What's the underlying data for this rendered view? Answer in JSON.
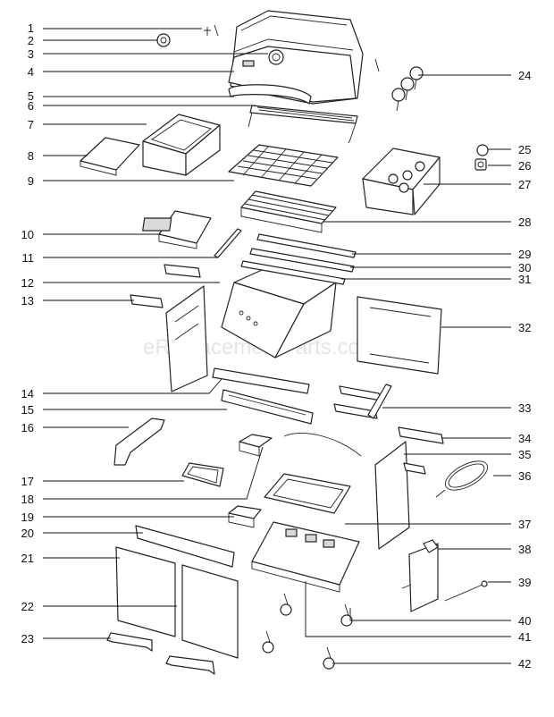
{
  "watermark": "eReplacementParts.com",
  "callouts_left": [
    {
      "label": "1"
    },
    {
      "label": "2"
    },
    {
      "label": "3"
    },
    {
      "label": "4"
    },
    {
      "label": "5"
    },
    {
      "label": "6"
    },
    {
      "label": "7"
    },
    {
      "label": "8"
    },
    {
      "label": "9"
    },
    {
      "label": "10"
    },
    {
      "label": "11"
    },
    {
      "label": "12"
    },
    {
      "label": "13"
    },
    {
      "label": "14"
    },
    {
      "label": "15"
    },
    {
      "label": "16"
    },
    {
      "label": "17"
    },
    {
      "label": "18"
    },
    {
      "label": "19"
    },
    {
      "label": "20"
    },
    {
      "label": "21"
    },
    {
      "label": "22"
    },
    {
      "label": "23"
    }
  ],
  "callouts_right": [
    {
      "label": "24"
    },
    {
      "label": "25"
    },
    {
      "label": "26"
    },
    {
      "label": "27"
    },
    {
      "label": "28"
    },
    {
      "label": "29"
    },
    {
      "label": "30"
    },
    {
      "label": "31"
    },
    {
      "label": "32"
    },
    {
      "label": "33"
    },
    {
      "label": "34"
    },
    {
      "label": "35"
    },
    {
      "label": "36"
    },
    {
      "label": "37"
    },
    {
      "label": "38"
    },
    {
      "label": "39"
    },
    {
      "label": "40"
    },
    {
      "label": "41"
    },
    {
      "label": "42"
    }
  ]
}
